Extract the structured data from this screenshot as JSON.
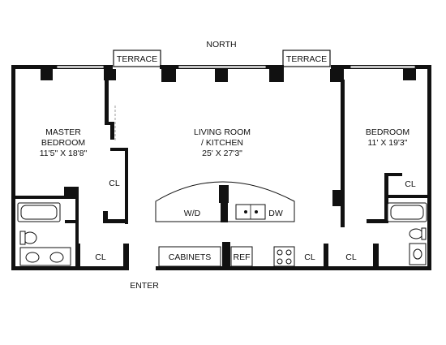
{
  "compass": {
    "north": "NORTH"
  },
  "terraces": {
    "left": "TERRACE",
    "right": "TERRACE"
  },
  "rooms": {
    "master_bedroom": {
      "line1": "MASTER",
      "line2": "BEDROOM",
      "size": "11'5\" X 18'8\""
    },
    "living_room": {
      "line1": "LIVING ROOM",
      "line2": "/ KITCHEN",
      "size": "25' X 27'3\""
    },
    "bedroom": {
      "line1": "BEDROOM",
      "size": "11' X 19'3\""
    }
  },
  "closets": {
    "master_closet": "CL",
    "hall_closet_left": "CL",
    "kitchen_closet": "CL",
    "hall_closet_right": "CL",
    "bedroom_closet": "CL"
  },
  "kitchen": {
    "washer_dryer": "W/D",
    "dishwasher": "DW",
    "cabinets": "CABINETS",
    "refrigerator": "REF"
  },
  "entrance": {
    "label": "ENTER"
  }
}
